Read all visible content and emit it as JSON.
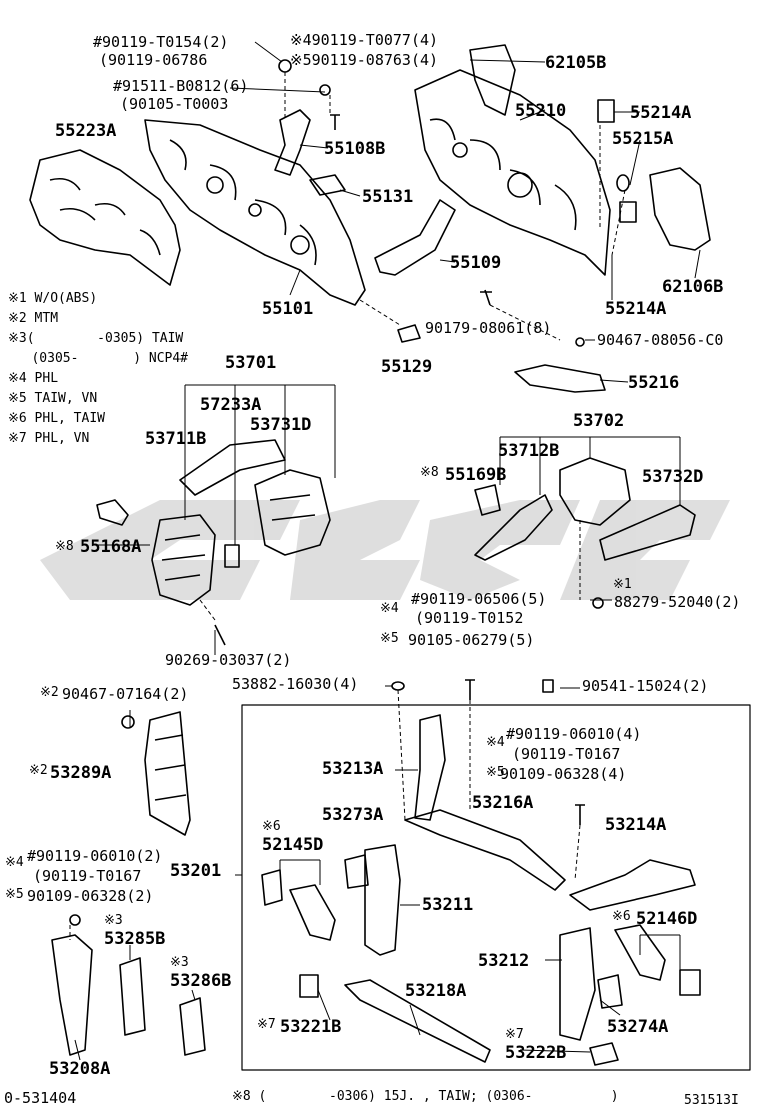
{
  "labels": {
    "p1": "#90119-T0154(2)",
    "p2": "(90119-06786",
    "p3": "※490119-T0077(4)",
    "p4": "※590119-08763(4)",
    "p5": "62105B",
    "p6": "#91511-B0812(6)",
    "p7": "(90105-T0003",
    "p8": "55223A",
    "p9": "55210",
    "p10": "55214A",
    "p11": "55215A",
    "p12": "55108B",
    "p13": "55131",
    "p14": "55109",
    "p15": "62106B",
    "p16": "55214A",
    "p17": "55101",
    "p18": "90179-08061(8)",
    "p19": "90467-08056-C0",
    "p20": "55129",
    "p21": "55216",
    "p22": "53701",
    "p23": "57233A",
    "p24": "53711B",
    "p25": "53731D",
    "p26": "53702",
    "p27": "53712B",
    "p28": "55169B",
    "p29": "53732D",
    "p30": "55168A",
    "p31": "#90119-06506(5)",
    "p32": "(90119-T0152",
    "p33": "88279-52040(2)",
    "p34": "90105-06279(5)",
    "p35": "90269-03037(2)",
    "p36": "53882-16030(4)",
    "p37": "90541-15024(2)",
    "p38": "90467-07164(2)",
    "p39": "53213A",
    "p40": "#90119-06010(4)",
    "p41": "(90119-T0167",
    "p42": "90109-06328(4)",
    "p43": "53289A",
    "p44": "53216A",
    "p45": "53273A",
    "p46": "53214A",
    "p47": "52145D",
    "p48": "#90119-06010(2)",
    "p49": "(90119-T0167",
    "p50": "53201",
    "p51": "90109-06328(2)",
    "p52": "53211",
    "p53": "52146D",
    "p54": "53285B",
    "p55": "53212",
    "p56": "53286B",
    "p57": "53218A",
    "p58": "53221B",
    "p59": "53274A",
    "p60": "53222B",
    "p61": "53208A"
  },
  "marks": {
    "m1": "※4",
    "m2": "※8",
    "m3": "※8",
    "m4": "※1",
    "m5": "※4",
    "m6": "※5",
    "m7": "※2",
    "m8": "※4",
    "m9": "※5",
    "m10": "※2",
    "m11": "※6",
    "m12": "※4",
    "m13": "※5",
    "m14": "※3",
    "m15": "※6",
    "m16": "※3",
    "m17": "※7",
    "m18": "※7"
  },
  "notes": [
    "※1 W/O(ABS)",
    "※2 MTM",
    "※3(        -0305) TAIW",
    "   (0305-       ) NCP4#",
    "※4 PHL",
    "※5 TAIW, VN",
    "※6 PHL, TAIW",
    "※7 PHL, VN"
  ],
  "footer": {
    "left": "0-531404",
    "center": "※8 (        -0306) 15J. , TAIW; (0306-          )",
    "right": "531513I"
  }
}
